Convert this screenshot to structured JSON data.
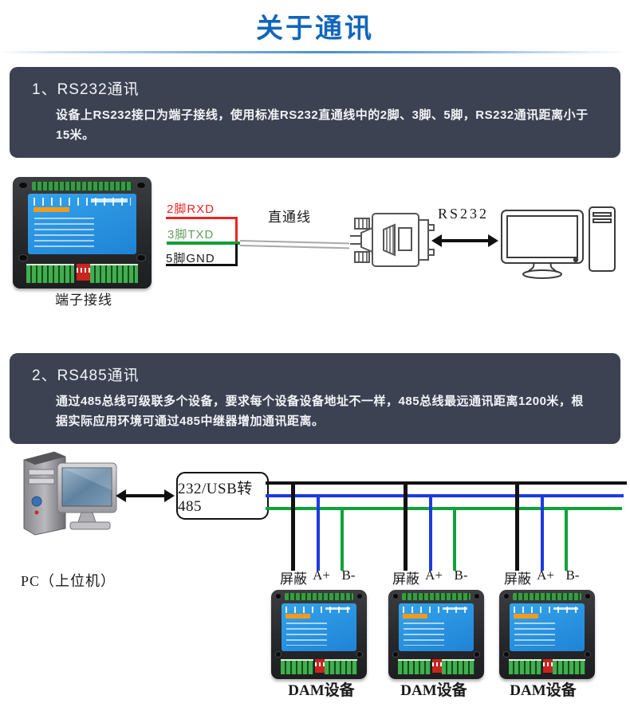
{
  "page": {
    "title": "关于通讯"
  },
  "colors": {
    "accent_blue": "#1266bb",
    "panel_dark": "#3c4252",
    "wire_red": "#ee2222",
    "wire_green": "#0fa33c",
    "wire_blue": "#1b3be0",
    "wire_black": "#111111",
    "device_panel_blue": "#2a9ce0",
    "device_logo_orange": "#f29b1d"
  },
  "section1": {
    "heading": "1、RS232通讯",
    "body": "设备上RS232接口为端子接线，使用标准RS232直通线中的2脚、3脚、5脚，RS232通讯距离小于15米。",
    "device_label": "端子接线",
    "pin_rxd": "2脚RXD",
    "pin_txd": "3脚TXD",
    "pin_gnd": "5脚GND",
    "cable_label": "直通线",
    "link_label": "RS232"
  },
  "section2": {
    "heading": "2、RS485通讯",
    "body": "通过485总线可级联多个设备，要求每个设备设备地址不一样，485总线最远通讯距离1200米，根据实际应用环境可通过485中继器增加通讯距离。",
    "pc_label": "PC（上位机）",
    "converter_label": "232/USB转485",
    "wire_labels": {
      "shield": "屏蔽",
      "a": "A+",
      "b": "B-"
    },
    "device_label": "DAM设备"
  }
}
